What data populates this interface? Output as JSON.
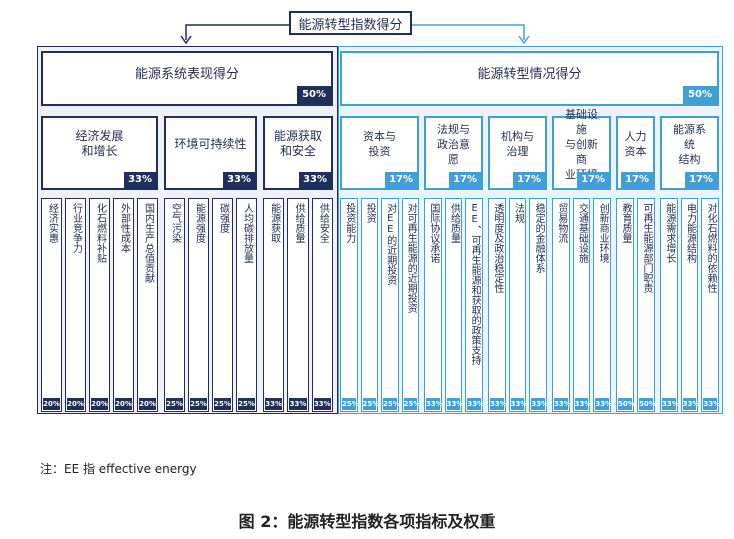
{
  "top_title": "能源转型指数得分",
  "left": {
    "title": "能源系统表现得分",
    "weight": "50%",
    "groups": [
      {
        "name": "经济发展\n和增长",
        "weight": "33%",
        "leaves": [
          {
            "name": "经济实惠",
            "weight": "20%"
          },
          {
            "name": "行业竞争力",
            "weight": "20%"
          },
          {
            "name": "化石燃料补贴",
            "weight": "20%"
          },
          {
            "name": "外部性成本",
            "weight": "20%"
          },
          {
            "name": "国内生产总值贡献",
            "weight": "20%"
          }
        ]
      },
      {
        "name": "环境可持续性",
        "weight": "33%",
        "leaves": [
          {
            "name": "空气污染",
            "weight": "25%"
          },
          {
            "name": "能源强度",
            "weight": "25%"
          },
          {
            "name": "碳强度",
            "weight": "25%"
          },
          {
            "name": "人均碳排放量",
            "weight": "25%"
          }
        ]
      },
      {
        "name": "能源获取和安全",
        "weight": "33%",
        "leaves": [
          {
            "name": "能源获取",
            "weight": "33%"
          },
          {
            "name": "供给质量",
            "weight": "33%"
          },
          {
            "name": "供给安全",
            "weight": "33%"
          }
        ]
      }
    ]
  },
  "right": {
    "title": "能源转型情况得分",
    "weight": "50%",
    "groups": [
      {
        "name": "资本与\n投资",
        "weight": "17%",
        "leaves": [
          {
            "name": "投资能力",
            "weight": "25%"
          },
          {
            "name": "投资",
            "weight": "25%"
          },
          {
            "name": "对EE的近期投资",
            "weight": "25%"
          },
          {
            "name": "对可再生能源的近期投资",
            "weight": "25%"
          }
        ]
      },
      {
        "name": "法规与\n政治意愿",
        "weight": "17%",
        "leaves": [
          {
            "name": "国际协议承诺",
            "weight": "33%"
          },
          {
            "name": "供给质量",
            "weight": "33%"
          },
          {
            "name": "EE、可再生能源和获取的政策支持",
            "weight": "33%"
          }
        ]
      },
      {
        "name": "机构与\n治理",
        "weight": "17%",
        "leaves": [
          {
            "name": "透明度及政治稳定性",
            "weight": "33%"
          },
          {
            "name": "法规",
            "weight": "33%"
          },
          {
            "name": "稳定的金融体系",
            "weight": "33%"
          }
        ]
      },
      {
        "name": "基础设施\n与创新商\n业环境",
        "weight": "17%",
        "leaves": [
          {
            "name": "贸易物流",
            "weight": "33%"
          },
          {
            "name": "交通基础设施",
            "weight": "33%"
          },
          {
            "name": "创新商业环境",
            "weight": "33%"
          }
        ]
      },
      {
        "name": "人力资本",
        "weight": "17%",
        "leaves": [
          {
            "name": "教育质量",
            "weight": "50%"
          },
          {
            "name": "可再生能源部门职责",
            "weight": "50%"
          }
        ]
      },
      {
        "name": "能源系统\n结构",
        "weight": "17%",
        "leaves": [
          {
            "name": "能源需求增长",
            "weight": "33%"
          },
          {
            "name": "电力能源结构",
            "weight": "33%"
          },
          {
            "name": "对化石燃料的依赖性",
            "weight": "33%"
          }
        ]
      }
    ]
  },
  "note": "注：EE 指 effective energy",
  "caption": "图 2：能源转型指数各项指标及权重",
  "colors": {
    "left": "#1f2f5b",
    "right": "#3f9fd6"
  }
}
